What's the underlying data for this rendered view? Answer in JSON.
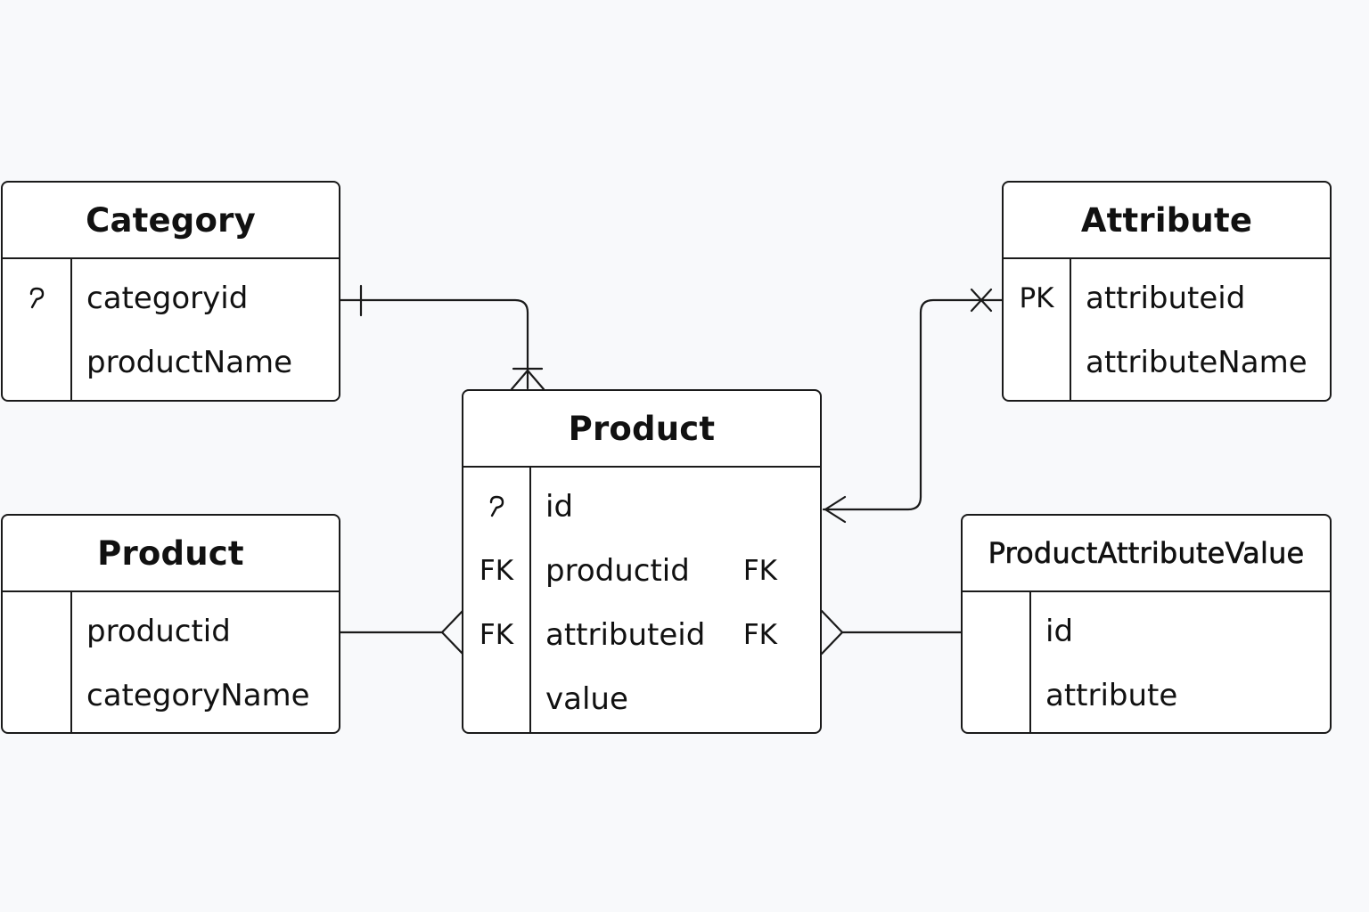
{
  "entities": {
    "category": {
      "title": "Category",
      "rows": [
        {
          "key": "",
          "key_icon": "key-icon",
          "field": "categoryid"
        },
        {
          "key": "",
          "field": "productName"
        }
      ]
    },
    "attribute": {
      "title": "Attribute",
      "rows": [
        {
          "key": "PK",
          "field": "attributeid"
        },
        {
          "key": "",
          "field": "attributeName"
        }
      ]
    },
    "product_center": {
      "title": "Product",
      "rows": [
        {
          "key": "",
          "key_icon": "key-icon",
          "field": "id",
          "fk": ""
        },
        {
          "key": "FK",
          "field": "productid",
          "fk": "FK"
        },
        {
          "key": "FK",
          "field": "attributeid",
          "fk": "FK"
        },
        {
          "key": "",
          "field": "value",
          "fk": ""
        }
      ]
    },
    "product_left": {
      "title": "Product",
      "rows": [
        {
          "key": "",
          "field": "productid"
        },
        {
          "key": "",
          "field": "categoryName"
        }
      ]
    },
    "product_attribute_value": {
      "title": "ProductAttributeValue",
      "rows": [
        {
          "key": "",
          "field": "id"
        },
        {
          "key": "",
          "field": "attribute"
        }
      ]
    }
  },
  "colors": {
    "background": "#f8f9fb",
    "stroke": "#1a1a1a",
    "entity_fill": "#ffffff"
  }
}
